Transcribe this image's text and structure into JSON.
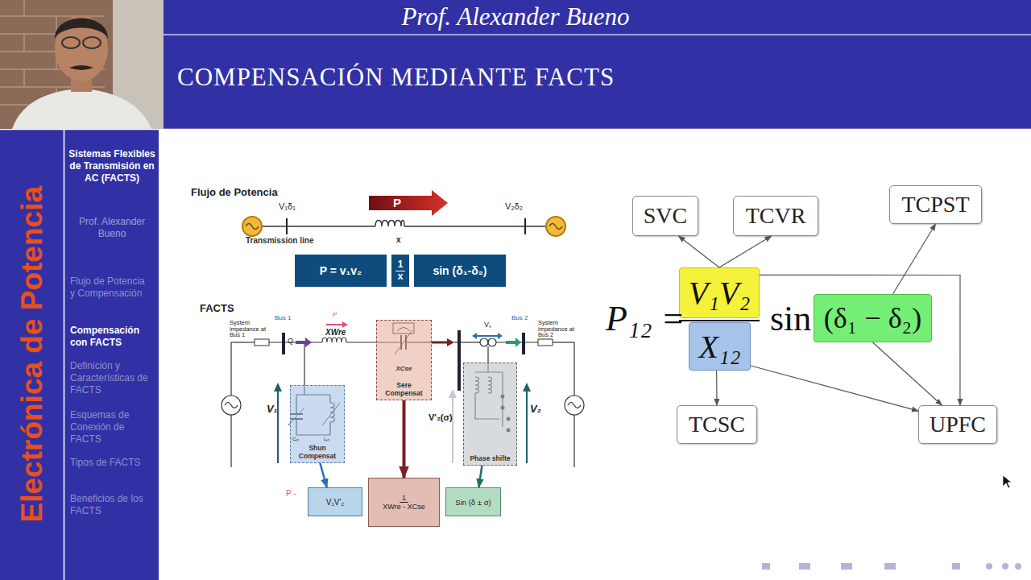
{
  "diagram": {
    "title": "COMPENSACIÓN MEDIANTE FACTS",
    "nodes": [
      {
        "text": [
          "Electrónica de Potencia"
        ]
      },
      {
        "text": [
          "Sistemas Flexibles de Transmisión en AC (FACTS)",
          "Prof. Alexander Bueno",
          "Flujo de Potencia y Compensación",
          "Compensación con FACTS",
          "Definición y Características de FACTS",
          "Esquemas de Conexión de FACTS",
          "Tipos de FACTS",
          "Beneficios de los FACTS"
        ]
      },
      {
        "text": [
          "P = v₁v₂"
        ]
      },
      {
        "text": [
          "1",
          "x"
        ]
      },
      {
        "text": [
          "sin (δ₁-δ₂)"
        ]
      },
      {
        "text": [
          "Shun Compensat"
        ]
      },
      {
        "text": [
          "XCse",
          "Sere Compensat"
        ]
      },
      {
        "text": [
          "Phase shifte"
        ]
      },
      {
        "text": [
          "V₁V'₂"
        ]
      },
      {
        "text": [
          "1",
          "XWre - XCse"
        ]
      },
      {
        "text": [
          "Sin (δ ± σ)"
        ]
      },
      {
        "text": [
          "V₁V₂"
        ]
      },
      {
        "text": [
          "X₁₂"
        ]
      },
      {
        "text": [
          "(δ₁ − δ₂)"
        ]
      },
      {
        "text": [
          "SVC"
        ]
      },
      {
        "text": [
          "TCVR"
        ]
      },
      {
        "text": [
          "TCPST"
        ]
      },
      {
        "text": [
          "TCSC"
        ]
      },
      {
        "text": [
          "UPFC"
        ]
      }
    ],
    "edges": [
      {
        "from": 5,
        "to": 8,
        "arrow": "to"
      },
      {
        "from": 6,
        "to": 9,
        "arrow": "to"
      },
      {
        "from": 7,
        "to": 10,
        "arrow": "to"
      },
      {
        "from": 11,
        "to": 14,
        "arrow": "to"
      },
      {
        "from": 11,
        "to": 15,
        "arrow": "to"
      },
      {
        "from": 11,
        "to": 18,
        "arrow": "to"
      },
      {
        "from": 13,
        "to": 16,
        "arrow": "to"
      },
      {
        "from": 13,
        "to": 18,
        "arrow": "to"
      },
      {
        "from": 12,
        "to": 17,
        "arrow": "to"
      },
      {
        "from": 12,
        "to": 18,
        "arrow": "to"
      }
    ],
    "labels": [
      "Prof. Alexander Bueno",
      "Flujo de Potencia",
      "V₁δ₁",
      "P",
      "V₂δ₂",
      "Transmission line",
      "x",
      "FACTS",
      "System impedance at Bus 1",
      "Bus 1",
      "Q",
      "P",
      "XWre",
      "Vₛ",
      "Bus 2",
      "System impedance at Bus 2",
      "V₁",
      "Cₛₕ",
      "Lₛₕ",
      "V'₂(σ)",
      "V₂",
      "P -",
      "P₁₂ =",
      "sin"
    ]
  }
}
